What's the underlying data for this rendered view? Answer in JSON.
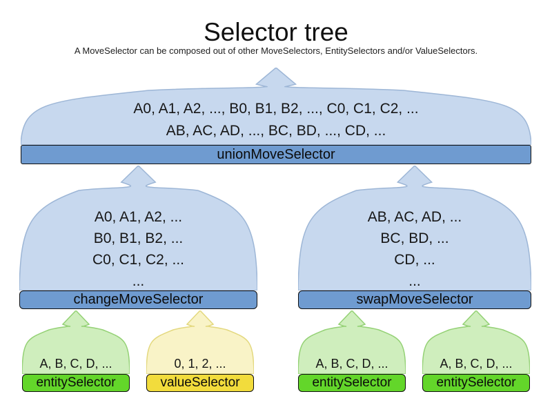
{
  "title": "Selector tree",
  "subtitle": "A MoveSelector can be composed out of other MoveSelectors, EntitySelectors and/or ValueSelectors.",
  "colors": {
    "cloud_blue": "#c7d8ee",
    "cloud_blue_border": "#9db6d6",
    "bar_blue": "#6f9bd0",
    "cloud_green": "#cfeebd",
    "cloud_green_border": "#94d175",
    "bar_green": "#63d62a",
    "cloud_yellow": "#f9f3c7",
    "cloud_yellow_border": "#e3d87e",
    "bar_yellow": "#f2dc3c"
  },
  "nodes": {
    "union": {
      "label": "unionMoveSelector",
      "lines": [
        "A0, A1, A2, ..., B0, B1, B2, ..., C0, C1, C2, ...",
        "AB, AC, AD, ..., BC, BD, ..., CD, ..."
      ]
    },
    "change": {
      "label": "changeMoveSelector",
      "lines": [
        "A0, A1, A2, ...",
        "B0, B1, B2, ...",
        "C0, C1, C2, ...",
        "..."
      ]
    },
    "swap": {
      "label": "swapMoveSelector",
      "lines": [
        "AB, AC, AD, ...",
        "BC, BD, ...",
        "CD, ...",
        "..."
      ]
    },
    "entity1": {
      "label": "entitySelector",
      "lines": [
        "A, B, C, D, ..."
      ]
    },
    "value1": {
      "label": "valueSelector",
      "lines": [
        "0, 1, 2, ..."
      ]
    },
    "entity2": {
      "label": "entitySelector",
      "lines": [
        "A, B, C, D, ..."
      ]
    },
    "entity3": {
      "label": "entitySelector",
      "lines": [
        "A, B, C, D, ..."
      ]
    }
  }
}
